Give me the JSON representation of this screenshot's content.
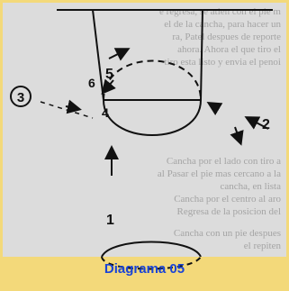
{
  "caption": {
    "title": "Diagrama 05"
  },
  "player_labels": {
    "p1": "1",
    "p2": "2",
    "p3": "3",
    "p4": "4",
    "p5": "5",
    "p6": "6"
  },
  "background_text": [
    "e regresa, se atien con el pie m",
    "el de la cancha, para hacer un",
    "ra, Patel despues de reporte",
    "ahora. Ahora el que tiro el",
    "tiro esta listo y envia el penoi",
    "",
    "Cancha por el lado con tiro a",
    "al Pasar el pie mas cercano a la",
    "cancha, en lista",
    "Cancha por el centro al aro",
    "Regresa de la posicion del",
    "",
    "Cancha con un pie despues",
    "el repiten"
  ],
  "colors": {
    "frame": "#f3d97a",
    "paper": "#dcdcdc",
    "ink": "#111111",
    "caption_text": "#1a44d6"
  }
}
